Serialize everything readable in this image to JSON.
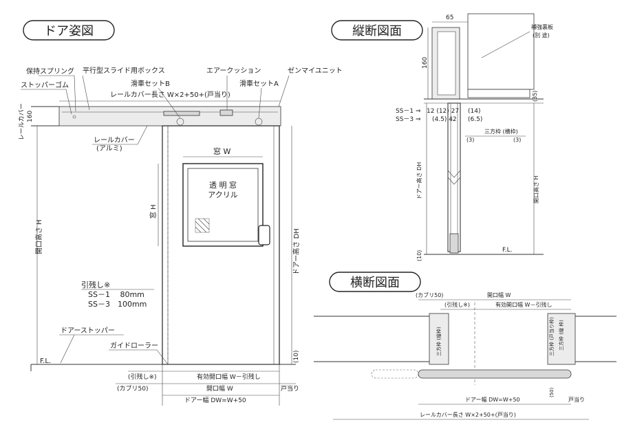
{
  "titles": {
    "door_view": "ドア姿図",
    "vertical_section": "縦断図面",
    "horizontal_section": "横断図面"
  },
  "door_view": {
    "holding_spring": "保持スプリング",
    "slide_box": "平行型スライド用ボックス",
    "air_cushion": "エアークッション",
    "zenmai_unit": "ゼンマイユニット",
    "stopper_rubber": "ストッパーゴム",
    "pulley_b": "滑車セットB",
    "pulley_a": "滑車セットA",
    "rail_cover_length": "レールカバー長さ W×2+50+(戸当り)",
    "rail_cover_v": "レールカバー",
    "rail_cover_160": "160",
    "rail_cover_label": "レールカバー",
    "rail_cover_alumi": "(アルミ)",
    "window_w": "窓 W",
    "window_h": "窓 H",
    "transparent_window": "透 明 窓",
    "acrylic": "アクリル",
    "opening_height": "開口高さ H",
    "door_height": "ドアー高さ DH",
    "pull_title": "引残し※",
    "pull_ss1": "SS－1　 80mm",
    "pull_ss3": "SS－3　100mm",
    "door_stopper": "ドアーストッパー",
    "guide_roller": "ガイドローラー",
    "fl": "F.L.",
    "ten": "(10)",
    "dim_pull": "(引残し※)",
    "dim_effective": "有効開口幅 W－引残し",
    "dim_kaburi": "(カブリ50)",
    "dim_opening": "開口幅 W",
    "dim_stop": "戸当り",
    "dim_door_width": "ドアー幅 DW=W+50"
  },
  "vertical_section": {
    "top_65": "65",
    "reinforce": "補強裏板",
    "separate": "(別 途)",
    "v160": "160",
    "v35": "(35)",
    "ss1_label": "SS－1 ⇒",
    "ss3_label": "SS－3 ⇒",
    "ss1_vals": "12 (12) 27",
    "ss1_14": "(14)",
    "ss3_vals": "(4.5) 42",
    "ss3_65": "(6.5)",
    "frame": "三方枠 (横枠)",
    "p3_left": "(3)",
    "p3_right": "(3)",
    "door_height": "ドアー高さ DH",
    "opening_height": "開口高さ H",
    "ten": "(10)",
    "fl": "F.L."
  },
  "horizontal_section": {
    "kaburi": "(カブリ50)",
    "opening": "開口幅 W",
    "pull": "(引残し※)",
    "effective": "有効開口幅 W－引残し",
    "frame_left": "三方枠 (縦枠)",
    "frame_right1": "三方枠 (戸当り枠)",
    "frame_right2": "三方枠 (縦 枠)",
    "door_width": "ドアー幅 DW=W+50",
    "p50": "(50)",
    "stop": "戸当り",
    "rail_length": "レールカバー長さ W×2+50+(戸当り)"
  }
}
